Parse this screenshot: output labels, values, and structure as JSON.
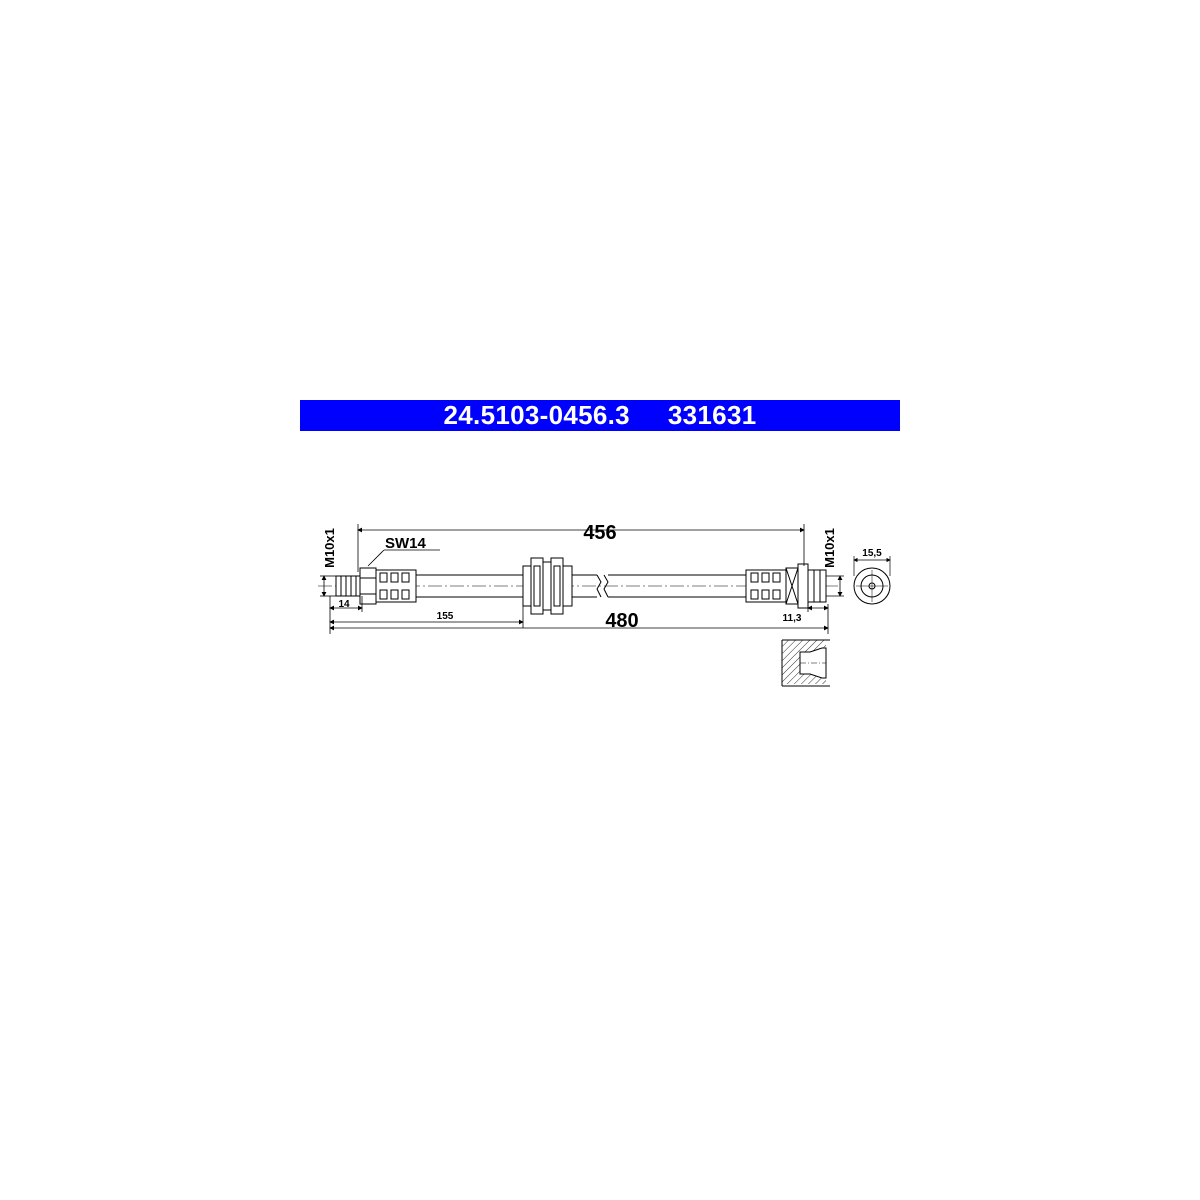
{
  "header": {
    "part_number": "24.5103-0456.3",
    "ref_number": "331631",
    "background_color": "#0000ff",
    "text_color": "#ffffff"
  },
  "drawing": {
    "dim_hose_length": "456",
    "dim_total_length": "480",
    "dim_left_thread_length": "14",
    "dim_to_bracket": "155",
    "dim_right_thread_length": "11,3",
    "dim_end_diameter": "15,5",
    "wrench_size": "SW14",
    "left_thread": "M10x1",
    "right_thread": "M10x1"
  }
}
